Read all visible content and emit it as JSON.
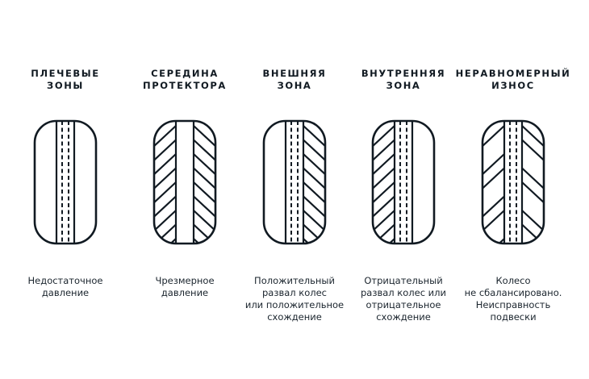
{
  "diagram": {
    "items": [
      {
        "id": "shoulder-zones",
        "title_lines": [
          "Плечевые",
          "зоны"
        ],
        "desc_lines": [
          "Недостаточное",
          "давление"
        ],
        "wear": {
          "left": true,
          "right": true,
          "center": false
        }
      },
      {
        "id": "tread-center",
        "title_lines": [
          "Середина",
          "протектора"
        ],
        "desc_lines": [
          "Чрезмерное",
          "давление"
        ],
        "wear": {
          "left": false,
          "right": false,
          "center": true
        }
      },
      {
        "id": "outer-zone",
        "title_lines": [
          "Внешняя",
          "зона"
        ],
        "desc_lines": [
          "Положительный",
          "развал колес",
          "или положительное",
          "схождение"
        ],
        "wear": {
          "left": true,
          "right": false,
          "center": false
        }
      },
      {
        "id": "inner-zone",
        "title_lines": [
          "Внутренняя",
          "зона"
        ],
        "desc_lines": [
          "Отрицательный",
          "развал колес или",
          "отрицательное",
          "схождение"
        ],
        "wear": {
          "left": false,
          "right": true,
          "center": false
        }
      },
      {
        "id": "uneven-wear",
        "title_lines": [
          "Неравномерный",
          "износ"
        ],
        "desc_lines": [
          "Колесо",
          "не сбалансировано.",
          "Неисправность",
          "подвески"
        ],
        "wear": {
          "left": false,
          "right": false,
          "center": false,
          "patchy": true
        }
      }
    ],
    "colors": {
      "stroke": "#111a22",
      "text": "#1b252e",
      "background": "#ffffff"
    }
  }
}
